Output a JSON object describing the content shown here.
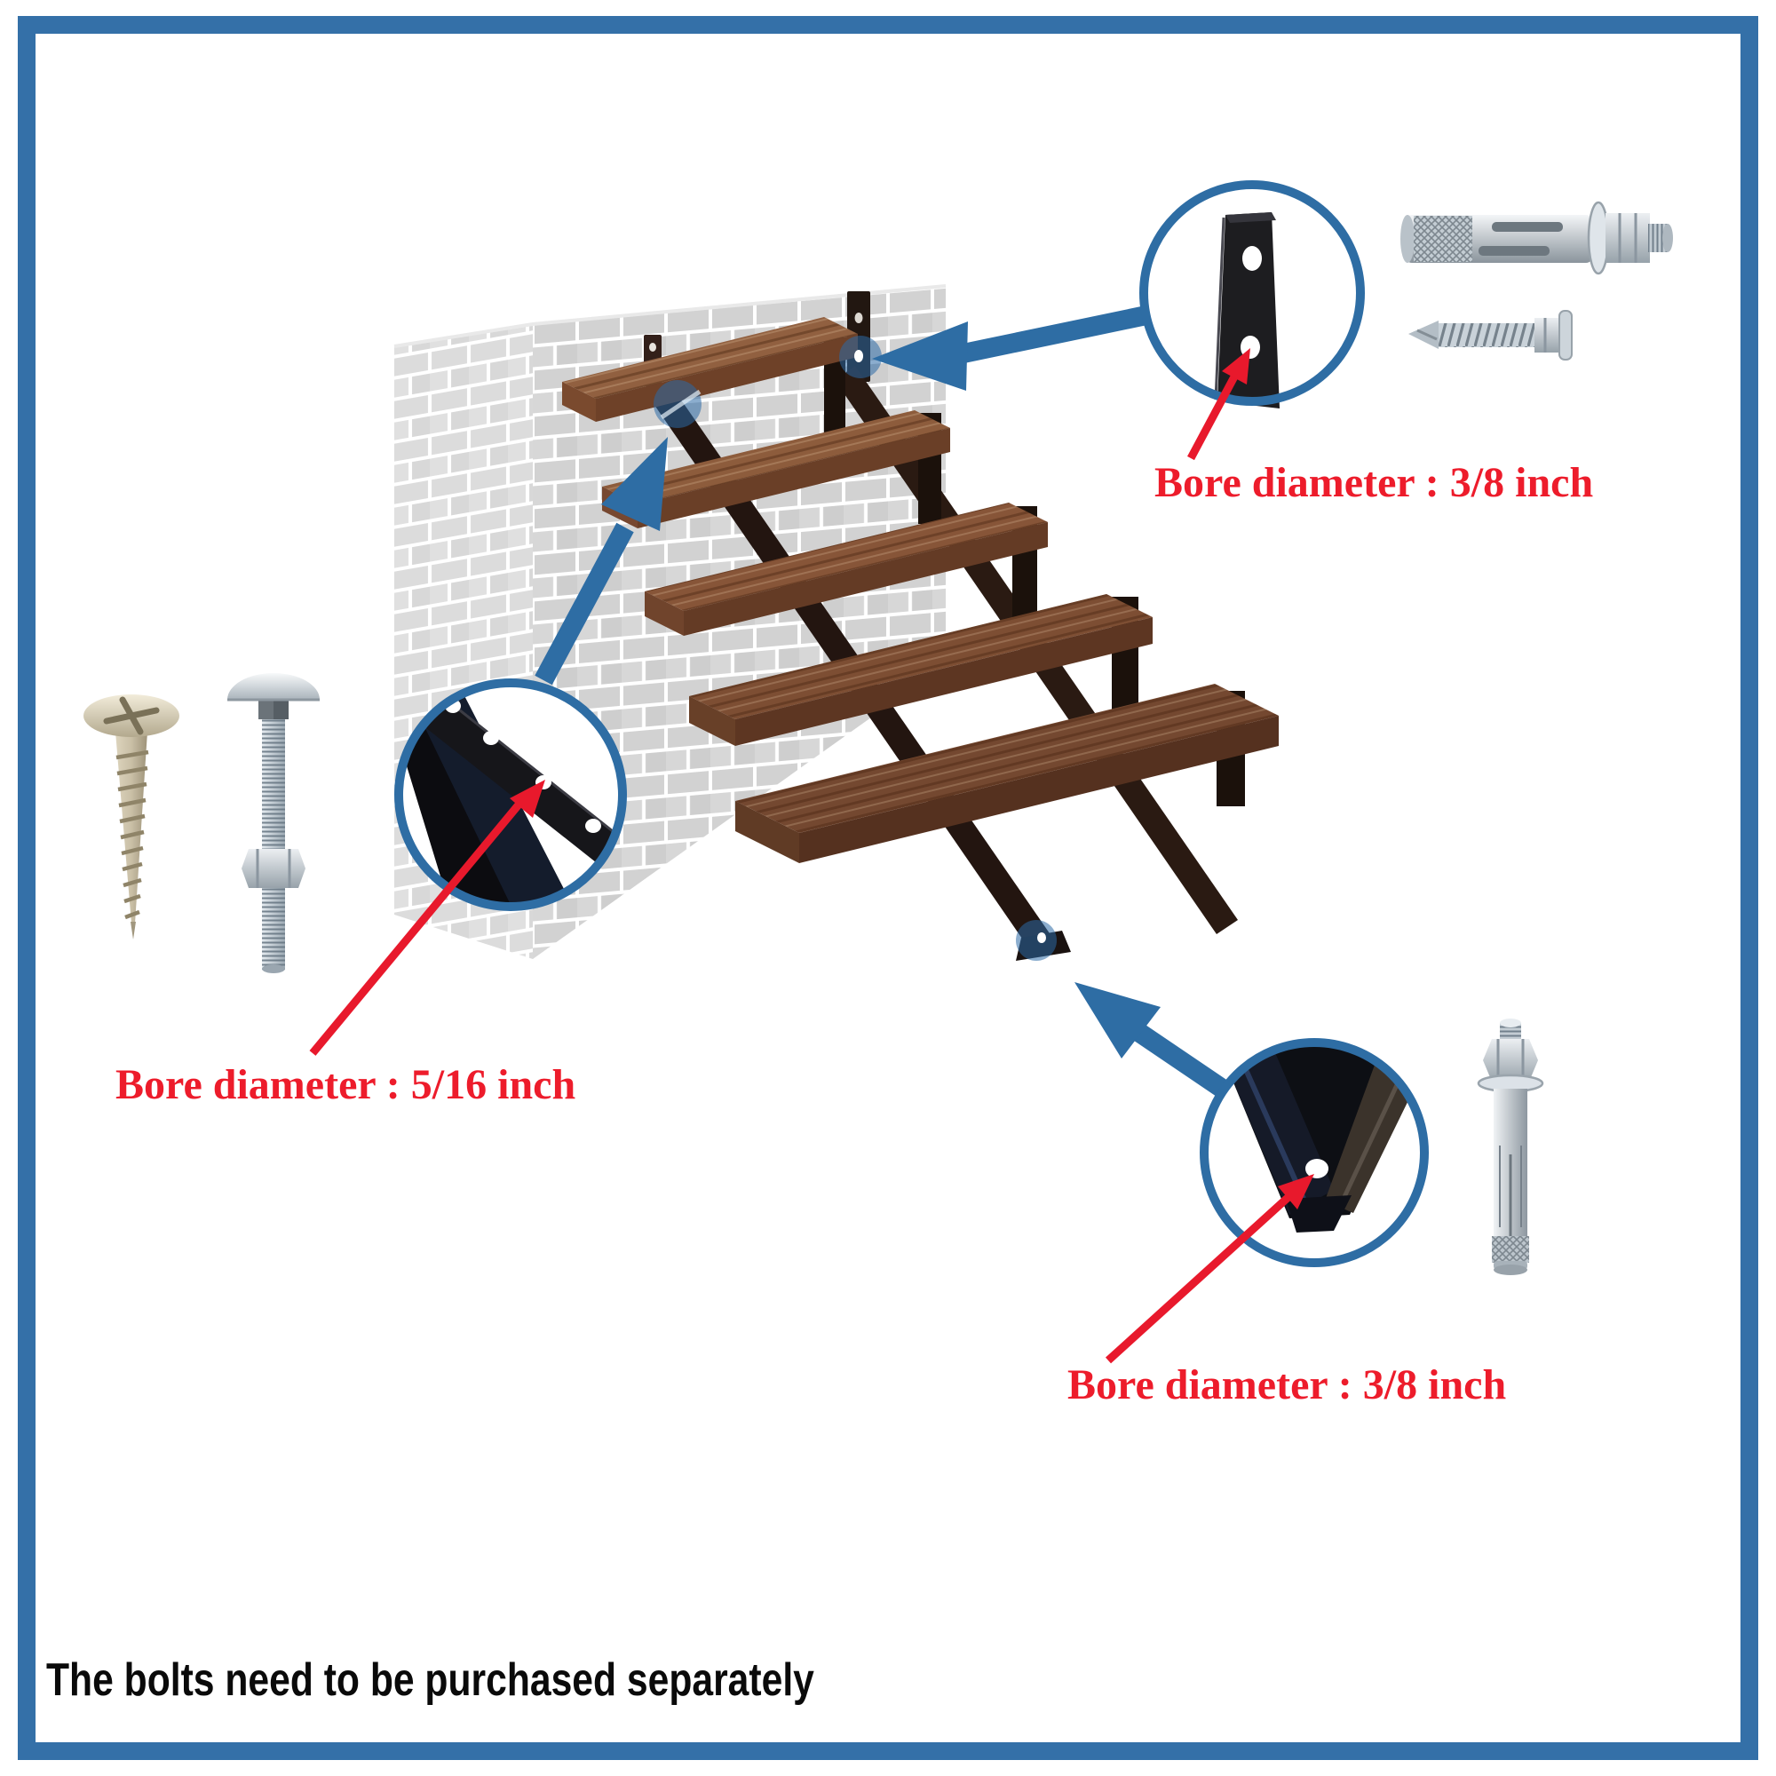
{
  "annotations": {
    "top_right_label": "Bore diameter : 3/8 inch",
    "middle_left_label": "Bore diameter : 5/16 inch",
    "bottom_right_label": "Bore diameter : 3/8 inch"
  },
  "footer": {
    "note": "The bolts need to be purchased separately"
  },
  "colors": {
    "frame_border": "#3470a8",
    "callout_blue": "#2e6da4",
    "highlight_blue": "rgba(43,106,165,0.55)",
    "annotation_red": "#ed1c2b",
    "footer_text": "#0a0a0a",
    "tread_wood_brown": "#8a5a3a",
    "stringer_dark": "#241712",
    "brick_gray": "#d2d2d2",
    "hardware_silver": "#c3ccd3"
  },
  "parts": {
    "scene": [
      "brick-wall",
      "wood-treads",
      "steel-stringers",
      "wall-mount-bracket"
    ],
    "callouts": [
      "wall-bracket-hole-detail",
      "stringer-holes-detail",
      "stringer-foot-hole-detail"
    ],
    "hardware": [
      "wood-screw",
      "carriage-bolt-with-nut",
      "sleeve-anchor-bolt",
      "self-drilling-screw",
      "vertical-sleeve-anchor"
    ]
  }
}
